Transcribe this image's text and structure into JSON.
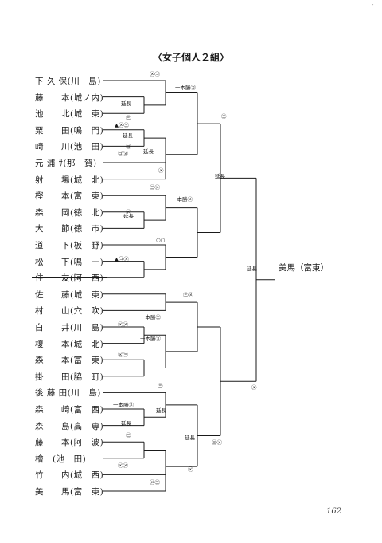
{
  "title": "〈女子個人２組〉",
  "page_number": "162",
  "corner_mark": "-",
  "champion": "美馬（富東）",
  "players": [
    "下 久 保(川　島)",
    "藤　　本(城ノ内)",
    "池　　北(城　東)",
    "粟　　田(鳴　門)",
    "崎　　川(池　田)",
    "元 浦 ｻ(那　賀)",
    "射　　場(城　北)",
    "樫　　本(富　東)",
    "森　　岡(徳　北)",
    "大　　節(徳　市)",
    "道　　下(板　野)",
    "松　　下(鳴　一)",
    "住　　友(阿　西)",
    "佐　　藤(城　東)",
    "村　　山(穴　吹)",
    "白　　井(川　島)",
    "榎　　本(城　北)",
    "森　　本(富　東)",
    "掛　　田(脇　町)",
    "後 藤 田(川　島)",
    "森　　崎(富　西)",
    "森　　島(高　専)",
    "藤　　本(阿　波)",
    "檜　(池　田)",
    "竹　　内(城　西)",
    "美　　馬(富　東)"
  ],
  "annotations": [
    "㋱㋙",
    "一本勝㋙",
    "延長",
    "㊂",
    "▲㋱㊂",
    "延長",
    "㋙",
    "㋙㋱",
    "延長",
    "㋱",
    "㊂",
    "延長",
    "㊂㋱",
    "一本勝㋱",
    "㋱",
    "延長",
    "○○",
    "▲㋙㋱",
    "延長",
    "㋱",
    "㊂㋱",
    "一本勝㊂",
    "㋱㋱",
    "一本勝㋱",
    "㋱㊂",
    "㊂",
    "一本勝㋱",
    "延長",
    "延長",
    "㊂",
    "㊂㋱",
    "延長",
    "㋱㋱",
    "㋱",
    "㋱㊂"
  ]
}
